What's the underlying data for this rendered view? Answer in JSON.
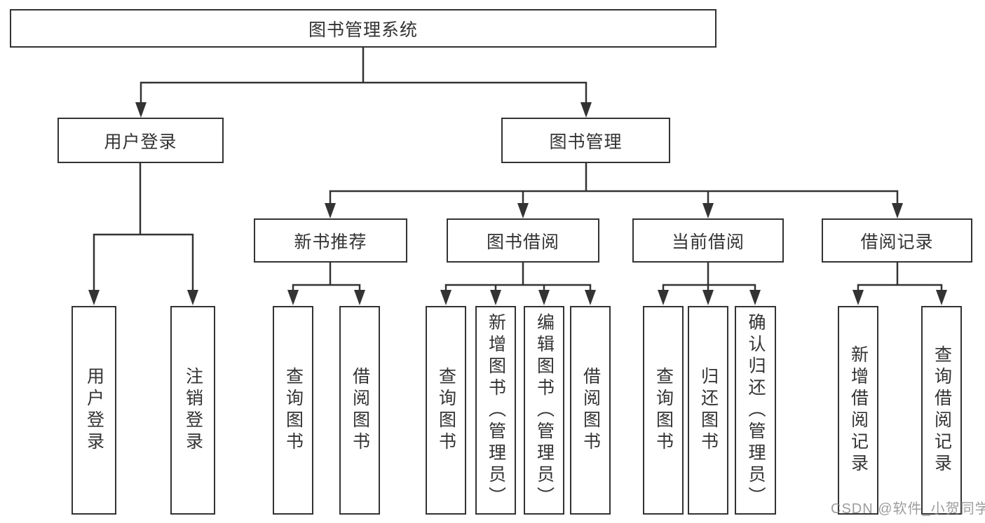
{
  "diagram": {
    "root": {
      "label": "图书管理系统"
    },
    "branches": [
      {
        "label": "用户登录",
        "children": [
          {
            "label": "用户登录"
          },
          {
            "label": "注销登录"
          }
        ]
      },
      {
        "label": "图书管理",
        "children": [
          {
            "label": "新书推荐",
            "children": [
              {
                "label": "查询图书"
              },
              {
                "label": "借阅图书"
              }
            ]
          },
          {
            "label": "图书借阅",
            "children": [
              {
                "label": "查询图书"
              },
              {
                "label": "新增图书（管理员）"
              },
              {
                "label": "编辑图书（管理员）"
              },
              {
                "label": "借阅图书"
              }
            ]
          },
          {
            "label": "当前借阅",
            "children": [
              {
                "label": "查询图书"
              },
              {
                "label": "归还图书"
              },
              {
                "label": "确认归还（管理员）"
              }
            ]
          },
          {
            "label": "借阅记录",
            "children": [
              {
                "label": "新增借阅记录"
              },
              {
                "label": "查询借阅记录"
              }
            ]
          }
        ]
      }
    ]
  },
  "watermark": {
    "text": "CSDN @软件_小贺同学"
  },
  "colors": {
    "line": "#333333",
    "text": "#333333",
    "box_background": "#ffffff",
    "watermark": "#8c8c8c",
    "background": "#ffffff"
  }
}
